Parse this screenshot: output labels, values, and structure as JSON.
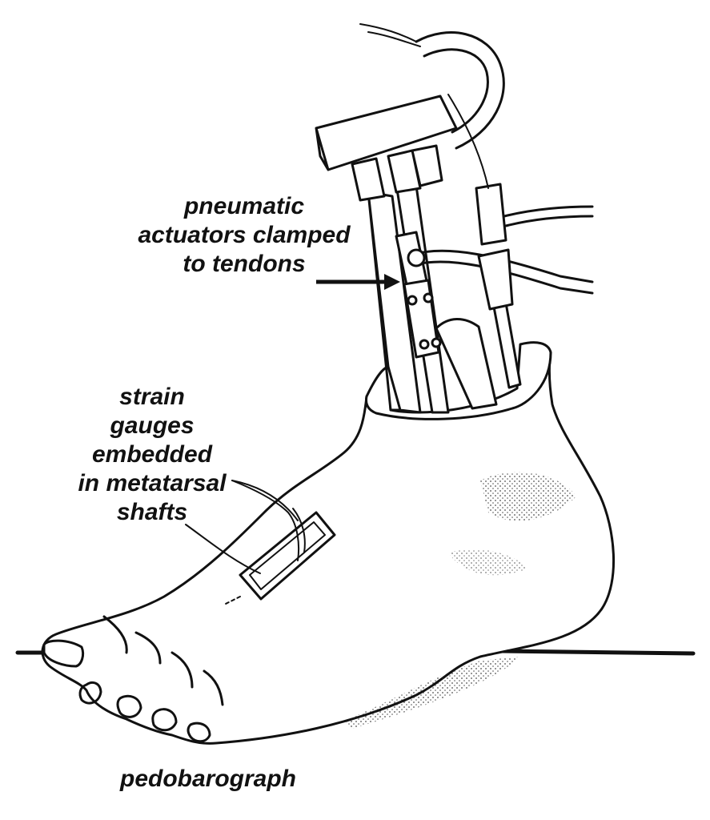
{
  "labels": {
    "actuators": [
      "pneumatic",
      "actuators clamped",
      "to tendons"
    ],
    "strain": [
      "strain",
      "gauges",
      "embedded",
      "in metatarsal",
      "shafts"
    ],
    "pedobarograph": "pedobarograph"
  },
  "colors": {
    "ink": "#111111",
    "background": "#ffffff"
  }
}
